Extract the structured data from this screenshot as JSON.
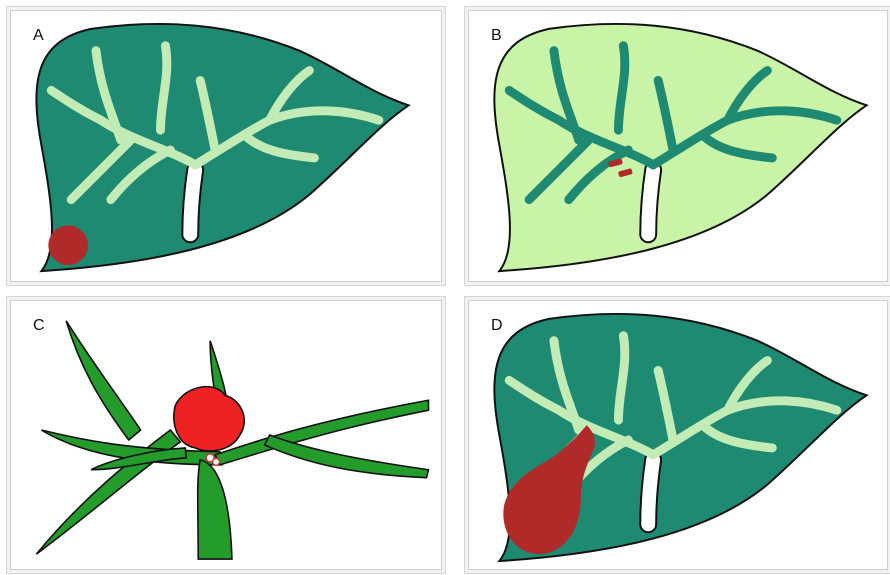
{
  "panels": [
    {
      "label": "A",
      "caption": ""
    },
    {
      "label": "B",
      "caption": ""
    },
    {
      "label": "C",
      "caption": ""
    },
    {
      "label": "D",
      "caption": ""
    }
  ],
  "colors": {
    "liver_dark": "#1f8a72",
    "liver_light": "#c9f3a6",
    "portal_light": "#c2ebb5",
    "portal_dark": "#1f8a72",
    "trunk": "#ffffff",
    "tumor": "#b12a2a",
    "tumor_bright": "#ee2222",
    "vessel_green": "#239c2c",
    "outline": "#111111"
  }
}
